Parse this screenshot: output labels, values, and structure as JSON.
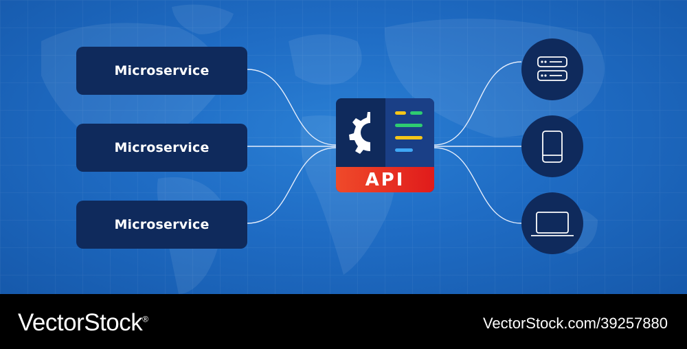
{
  "diagram": {
    "microservices": [
      {
        "label": "Microservice"
      },
      {
        "label": "Microservice"
      },
      {
        "label": "Microservice"
      }
    ],
    "hub": {
      "label": "API"
    },
    "clients": [
      {
        "icon": "server-icon"
      },
      {
        "icon": "mobile-phone-icon"
      },
      {
        "icon": "laptop-icon"
      }
    ],
    "colors": {
      "background": "#1f6cc4",
      "node": "#0f2a5c",
      "api_bar": "#e01b1b",
      "connector": "#e6eefc",
      "code_yellow": "#f5c518",
      "code_green": "#2ecc71",
      "code_blue": "#3fa7f5"
    }
  },
  "footer": {
    "brand": "VectorStock",
    "brand_mark": "®",
    "stock_id": "VectorStock.com/39257880"
  }
}
